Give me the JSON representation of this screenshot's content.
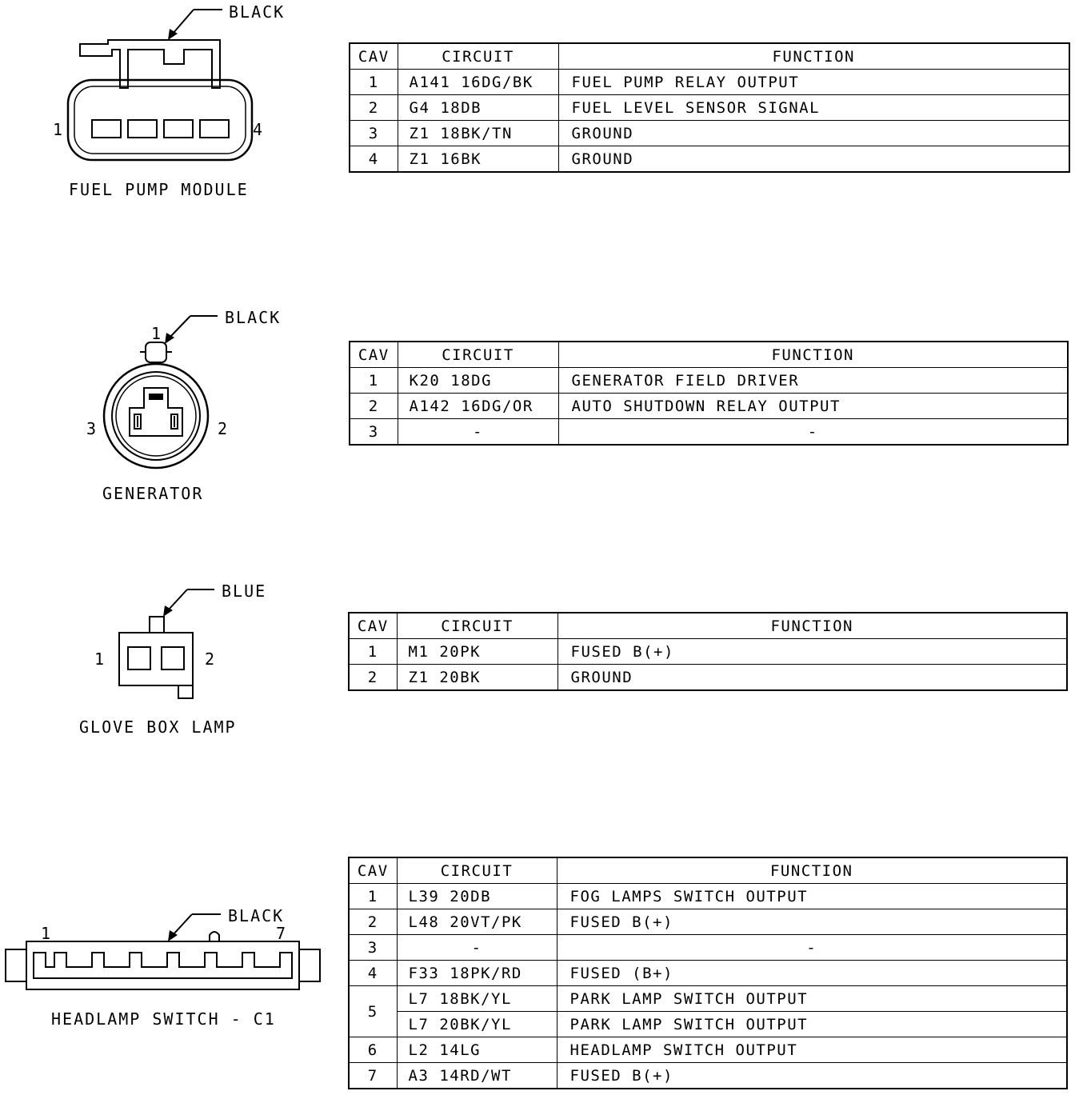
{
  "connectors": [
    {
      "name": "FUEL PUMP MODULE",
      "color_label": "BLACK",
      "pin_first": "1",
      "pin_last": "4",
      "headers": {
        "cav": "CAV",
        "circuit": "CIRCUIT",
        "function": "FUNCTION"
      },
      "rows": [
        {
          "cav": "1",
          "circuit": "A141 16DG/BK",
          "function": "FUEL PUMP RELAY OUTPUT"
        },
        {
          "cav": "2",
          "circuit": "G4 18DB",
          "function": "FUEL LEVEL SENSOR SIGNAL"
        },
        {
          "cav": "3",
          "circuit": "Z1 18BK/TN",
          "function": "GROUND"
        },
        {
          "cav": "4",
          "circuit": "Z1 16BK",
          "function": "GROUND"
        }
      ]
    },
    {
      "name": "GENERATOR",
      "color_label": "BLACK",
      "pin_1": "1",
      "pin_2": "2",
      "pin_3": "3",
      "headers": {
        "cav": "CAV",
        "circuit": "CIRCUIT",
        "function": "FUNCTION"
      },
      "rows": [
        {
          "cav": "1",
          "circuit": "K20 18DG",
          "function": "GENERATOR FIELD DRIVER"
        },
        {
          "cav": "2",
          "circuit": "A142 16DG/OR",
          "function": "AUTO SHUTDOWN RELAY OUTPUT"
        },
        {
          "cav": "3",
          "circuit": "-",
          "function": "-"
        }
      ]
    },
    {
      "name": "GLOVE BOX LAMP",
      "color_label": "BLUE",
      "pin_first": "1",
      "pin_last": "2",
      "headers": {
        "cav": "CAV",
        "circuit": "CIRCUIT",
        "function": "FUNCTION"
      },
      "rows": [
        {
          "cav": "1",
          "circuit": "M1 20PK",
          "function": "FUSED B(+)"
        },
        {
          "cav": "2",
          "circuit": "Z1 20BK",
          "function": "GROUND"
        }
      ]
    },
    {
      "name": "HEADLAMP SWITCH - C1",
      "color_label": "BLACK",
      "pin_first": "1",
      "pin_last": "7",
      "headers": {
        "cav": "CAV",
        "circuit": "CIRCUIT",
        "function": "FUNCTION"
      },
      "rows": [
        {
          "cav": "1",
          "circuit": "L39 20DB",
          "function": "FOG LAMPS SWITCH OUTPUT"
        },
        {
          "cav": "2",
          "circuit": "L48 20VT/PK",
          "function": "FUSED B(+)"
        },
        {
          "cav": "3",
          "circuit": "-",
          "function": "-"
        },
        {
          "cav": "4",
          "circuit": "F33 18PK/RD",
          "function": "FUSED (B+)"
        },
        {
          "cav": "5",
          "circuit": "L7 18BK/YL",
          "function": "PARK LAMP SWITCH OUTPUT"
        },
        {
          "cav": "",
          "circuit": "L7 20BK/YL",
          "function": "PARK LAMP SWITCH OUTPUT"
        },
        {
          "cav": "6",
          "circuit": "L2 14LG",
          "function": "HEADLAMP SWITCH OUTPUT"
        },
        {
          "cav": "7",
          "circuit": "A3 14RD/WT",
          "function": "FUSED B(+)"
        }
      ]
    }
  ]
}
